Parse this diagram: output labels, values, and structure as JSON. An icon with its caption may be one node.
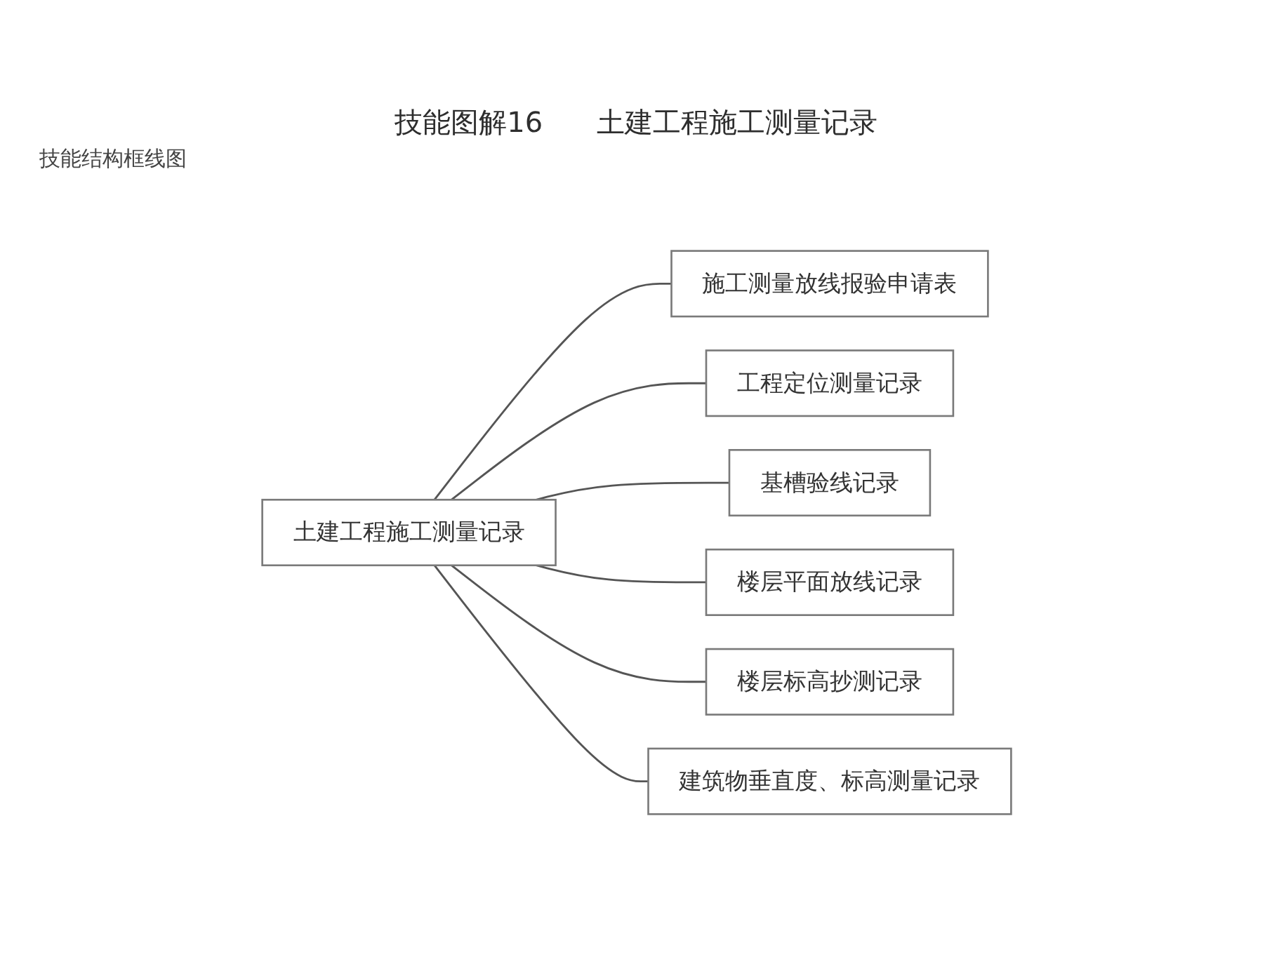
{
  "diagram": {
    "title": "技能图解16 土建工程施工测量记录",
    "nodes": [
      {
        "text": [
          "土建工程施工测量记录"
        ]
      },
      {
        "text": [
          "施工测量放线报验申请表"
        ]
      },
      {
        "text": [
          "工程定位测量记录"
        ]
      },
      {
        "text": [
          "基槽验线记录"
        ]
      },
      {
        "text": [
          "楼层平面放线记录"
        ]
      },
      {
        "text": [
          "楼层标高抄测记录"
        ]
      },
      {
        "text": [
          "建筑物垂直度、标高测量记录"
        ]
      }
    ],
    "edges": [
      {
        "from": 0,
        "to": 1,
        "arrow": "none"
      },
      {
        "from": 0,
        "to": 2,
        "arrow": "none"
      },
      {
        "from": 0,
        "to": 3,
        "arrow": "none"
      },
      {
        "from": 0,
        "to": 4,
        "arrow": "none"
      },
      {
        "from": 0,
        "to": 5,
        "arrow": "none"
      },
      {
        "from": 0,
        "to": 6,
        "arrow": "none"
      }
    ],
    "labels": [
      "技能结构框线图"
    ]
  }
}
